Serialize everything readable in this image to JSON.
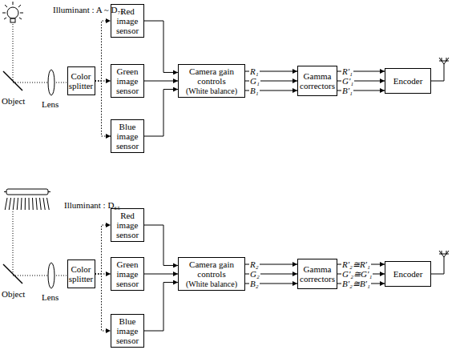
{
  "diagram": {
    "nodes": [
      {
        "text": [
          "Color splitter"
        ]
      },
      {
        "text": [
          "Red image sensor"
        ]
      },
      {
        "text": [
          "Green image sensor"
        ]
      },
      {
        "text": [
          "Blue image sensor"
        ]
      },
      {
        "text": [
          "Camera gain controls",
          "(White balance)"
        ]
      },
      {
        "text": [
          "Gamma correctors"
        ]
      },
      {
        "text": [
          "Encoder"
        ]
      },
      {
        "text": [
          "Color splitter"
        ]
      },
      {
        "text": [
          "Red image sensor"
        ]
      },
      {
        "text": [
          "Green image sensor"
        ]
      },
      {
        "text": [
          "Blue image sensor"
        ]
      },
      {
        "text": [
          "Camera gain controls",
          "(White balance)"
        ]
      },
      {
        "text": [
          "Gamma correctors"
        ]
      },
      {
        "text": [
          "Encoder"
        ]
      }
    ],
    "edges": [
      {
        "from": 0,
        "to": 1,
        "arrow": "to"
      },
      {
        "from": 0,
        "to": 2,
        "arrow": "to"
      },
      {
        "from": 0,
        "to": 3,
        "arrow": "to"
      },
      {
        "from": 1,
        "to": 4,
        "arrow": "to"
      },
      {
        "from": 2,
        "to": 4,
        "arrow": "to"
      },
      {
        "from": 3,
        "to": 4,
        "arrow": "to"
      },
      {
        "from": 4,
        "to": 5,
        "label": "R₁",
        "arrow": "to"
      },
      {
        "from": 4,
        "to": 5,
        "label": "G₁",
        "arrow": "to"
      },
      {
        "from": 4,
        "to": 5,
        "label": "B₁",
        "arrow": "to"
      },
      {
        "from": 5,
        "to": 6,
        "label": "R'₁",
        "arrow": "to"
      },
      {
        "from": 5,
        "to": 6,
        "label": "G'₁",
        "arrow": "to"
      },
      {
        "from": 5,
        "to": 6,
        "label": "B'₁",
        "arrow": "to"
      },
      {
        "from": 7,
        "to": 8,
        "arrow": "to"
      },
      {
        "from": 7,
        "to": 9,
        "arrow": "to"
      },
      {
        "from": 7,
        "to": 10,
        "arrow": "to"
      },
      {
        "from": 8,
        "to": 11,
        "arrow": "to"
      },
      {
        "from": 9,
        "to": 11,
        "arrow": "to"
      },
      {
        "from": 10,
        "to": 11,
        "arrow": "to"
      },
      {
        "from": 11,
        "to": 12,
        "label": "R₂",
        "arrow": "to"
      },
      {
        "from": 11,
        "to": 12,
        "label": "G₂",
        "arrow": "to"
      },
      {
        "from": 11,
        "to": 12,
        "label": "B₂",
        "arrow": "to"
      },
      {
        "from": 12,
        "to": 13,
        "label": "R'₂≅R'₁",
        "arrow": "to"
      },
      {
        "from": 12,
        "to": 13,
        "label": "G'₂≅G'₁",
        "arrow": "to"
      },
      {
        "from": 12,
        "to": 13,
        "label": "B'₂≅B'₁",
        "arrow": "to"
      }
    ],
    "labels": [
      "Illuminant : A ~ D₇₅",
      "Object",
      "Lens",
      "Illuminant : D₆₅",
      "Object",
      "Lens"
    ]
  }
}
